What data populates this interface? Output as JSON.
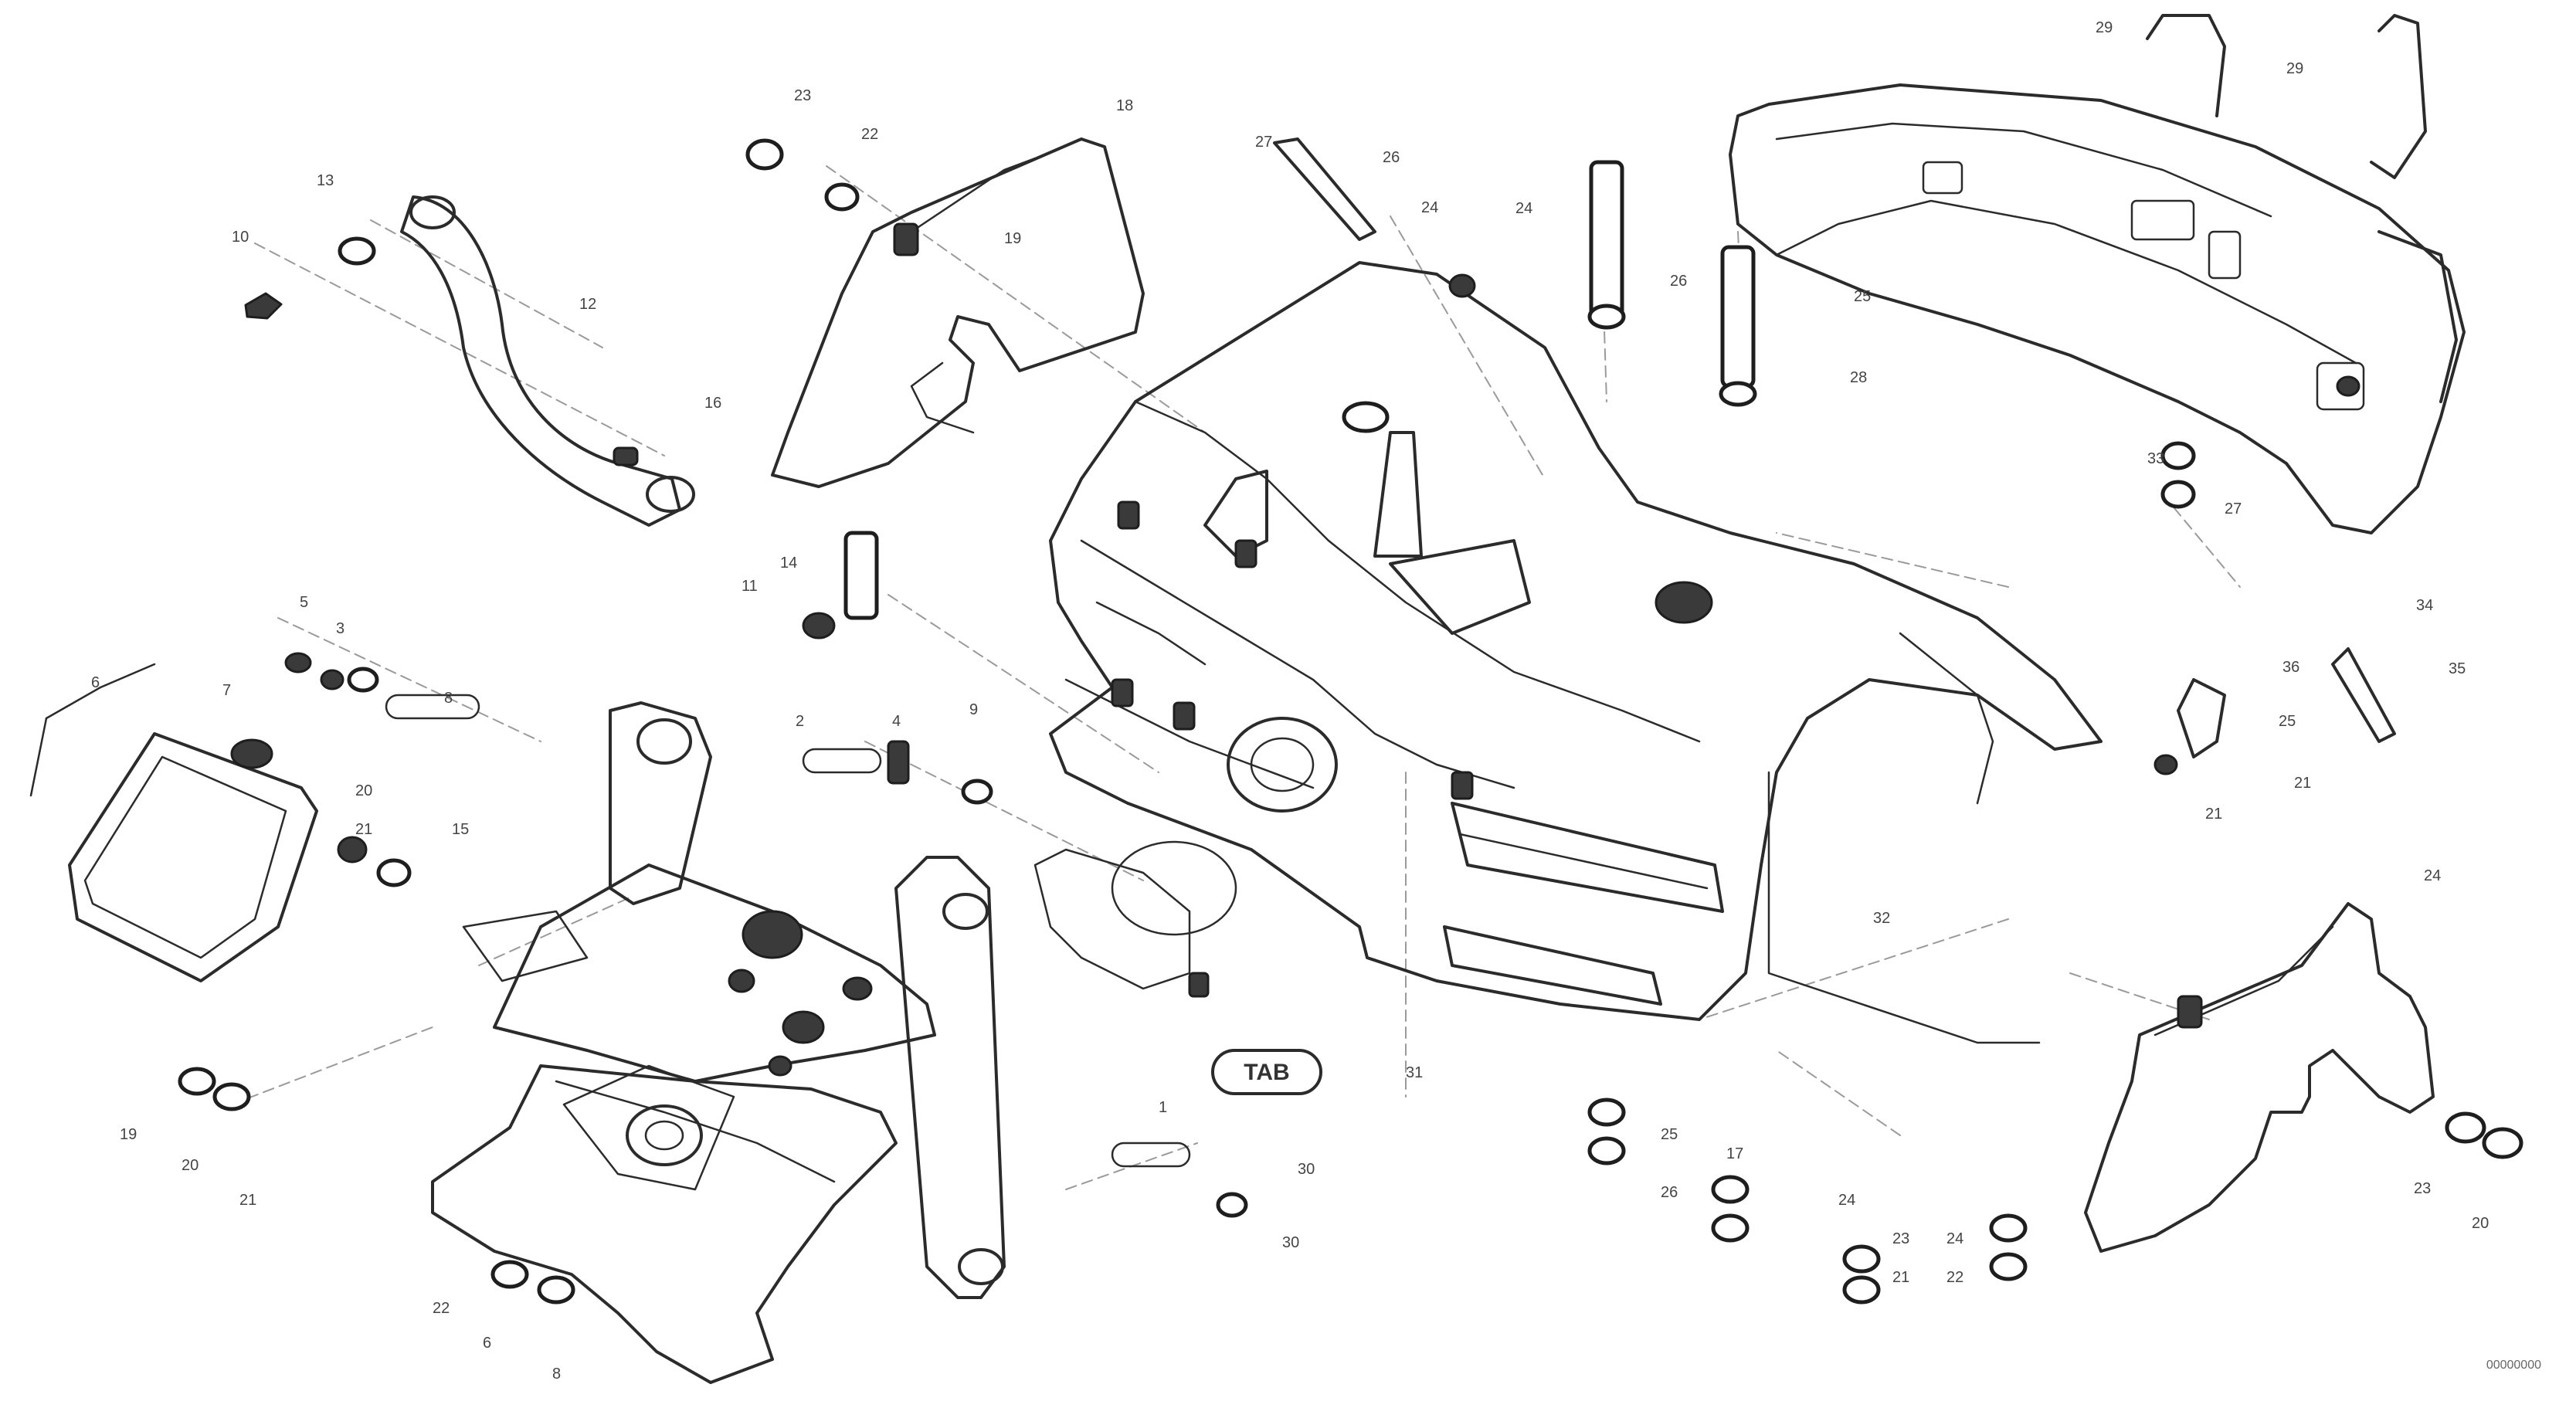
{
  "diagram": {
    "callouts": [
      {
        "id": "c1",
        "text": "10"
      },
      {
        "id": "c2",
        "text": "13"
      },
      {
        "id": "c3",
        "text": "12"
      },
      {
        "id": "c4",
        "text": "16"
      },
      {
        "id": "c5",
        "text": "23"
      },
      {
        "id": "c6",
        "text": "22"
      },
      {
        "id": "c7",
        "text": "19"
      },
      {
        "id": "c8",
        "text": "18"
      },
      {
        "id": "c9",
        "text": "27"
      },
      {
        "id": "c10",
        "text": "26"
      },
      {
        "id": "c11",
        "text": "24"
      },
      {
        "id": "c12",
        "text": "24"
      },
      {
        "id": "c13",
        "text": "26"
      },
      {
        "id": "c14",
        "text": "25"
      },
      {
        "id": "c15",
        "text": "28"
      },
      {
        "id": "c16",
        "text": "29"
      },
      {
        "id": "c17",
        "text": "29"
      },
      {
        "id": "c18",
        "text": "14"
      },
      {
        "id": "c19",
        "text": "11"
      },
      {
        "id": "c20",
        "text": "5"
      },
      {
        "id": "c21",
        "text": "3"
      },
      {
        "id": "c22",
        "text": "8"
      },
      {
        "id": "c23",
        "text": "7"
      },
      {
        "id": "c24",
        "text": "6"
      },
      {
        "id": "c25",
        "text": "20"
      },
      {
        "id": "c26",
        "text": "21"
      },
      {
        "id": "c27",
        "text": "15"
      },
      {
        "id": "c28",
        "text": "2"
      },
      {
        "id": "c29",
        "text": "4"
      },
      {
        "id": "c30",
        "text": "9"
      },
      {
        "id": "c31",
        "text": "1"
      },
      {
        "id": "c32",
        "text": "30"
      },
      {
        "id": "c33",
        "text": "30"
      },
      {
        "id": "c34",
        "text": "25"
      },
      {
        "id": "c35",
        "text": "26"
      },
      {
        "id": "c36",
        "text": "17"
      },
      {
        "id": "c37",
        "text": "31"
      },
      {
        "id": "c38",
        "text": "32"
      },
      {
        "id": "c39",
        "text": "33"
      },
      {
        "id": "c40",
        "text": "27"
      },
      {
        "id": "c41",
        "text": "34"
      },
      {
        "id": "c42",
        "text": "35"
      },
      {
        "id": "c43",
        "text": "36"
      },
      {
        "id": "c44",
        "text": "25"
      },
      {
        "id": "c45",
        "text": "21"
      },
      {
        "id": "c46",
        "text": "21"
      },
      {
        "id": "c47",
        "text": "24"
      },
      {
        "id": "c48",
        "text": "23"
      },
      {
        "id": "c49",
        "text": "20"
      },
      {
        "id": "c50",
        "text": "24"
      },
      {
        "id": "c51",
        "text": "23"
      },
      {
        "id": "c52",
        "text": "21"
      },
      {
        "id": "c53",
        "text": "24"
      },
      {
        "id": "c54",
        "text": "22"
      },
      {
        "id": "c55",
        "text": "19"
      },
      {
        "id": "c56",
        "text": "20"
      },
      {
        "id": "c57",
        "text": "21"
      },
      {
        "id": "c58",
        "text": "22"
      },
      {
        "id": "c59",
        "text": "6"
      },
      {
        "id": "c60",
        "text": "8"
      }
    ],
    "view_badge": "TAB",
    "drawing_ref": "00000000"
  }
}
